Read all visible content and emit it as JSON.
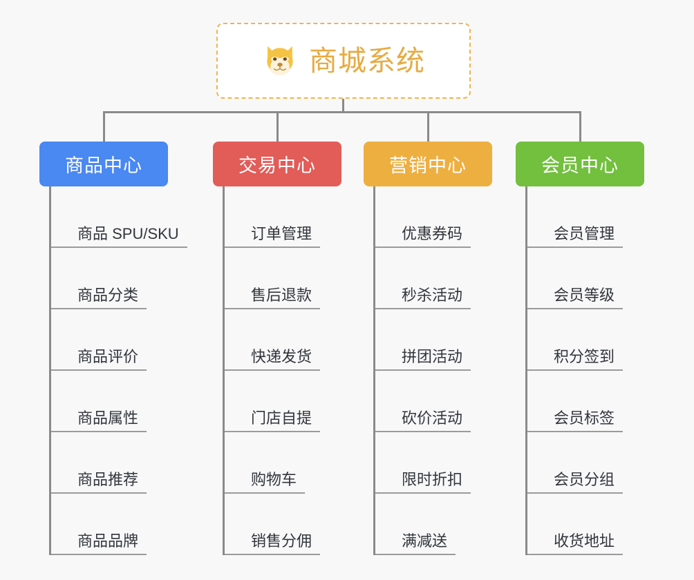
{
  "root": {
    "title": "商城系统",
    "icon": "dog-face-icon",
    "border_color": "#eeb44f",
    "text_color": "#e6ab43",
    "background": "#ffffff"
  },
  "canvas": {
    "background": "#f8f8f8",
    "connector_color": "#8a8a8a"
  },
  "columns": [
    {
      "label": "商品中心",
      "color": "#4a88f2",
      "items": [
        "商品 SPU/SKU",
        "商品分类",
        "商品评价",
        "商品属性",
        "商品推荐",
        "商品品牌"
      ]
    },
    {
      "label": "交易中心",
      "color": "#e25c58",
      "items": [
        "订单管理",
        "售后退款",
        "快递发货",
        "门店自提",
        "购物车",
        "销售分佣"
      ]
    },
    {
      "label": "营销中心",
      "color": "#eeaf41",
      "items": [
        "优惠券码",
        "秒杀活动",
        "拼团活动",
        "砍价活动",
        "限时折扣",
        "满减送"
      ]
    },
    {
      "label": "会员中心",
      "color": "#72c03e",
      "items": [
        "会员管理",
        "会员等级",
        "积分签到",
        "会员标签",
        "会员分组",
        "收货地址"
      ]
    }
  ]
}
